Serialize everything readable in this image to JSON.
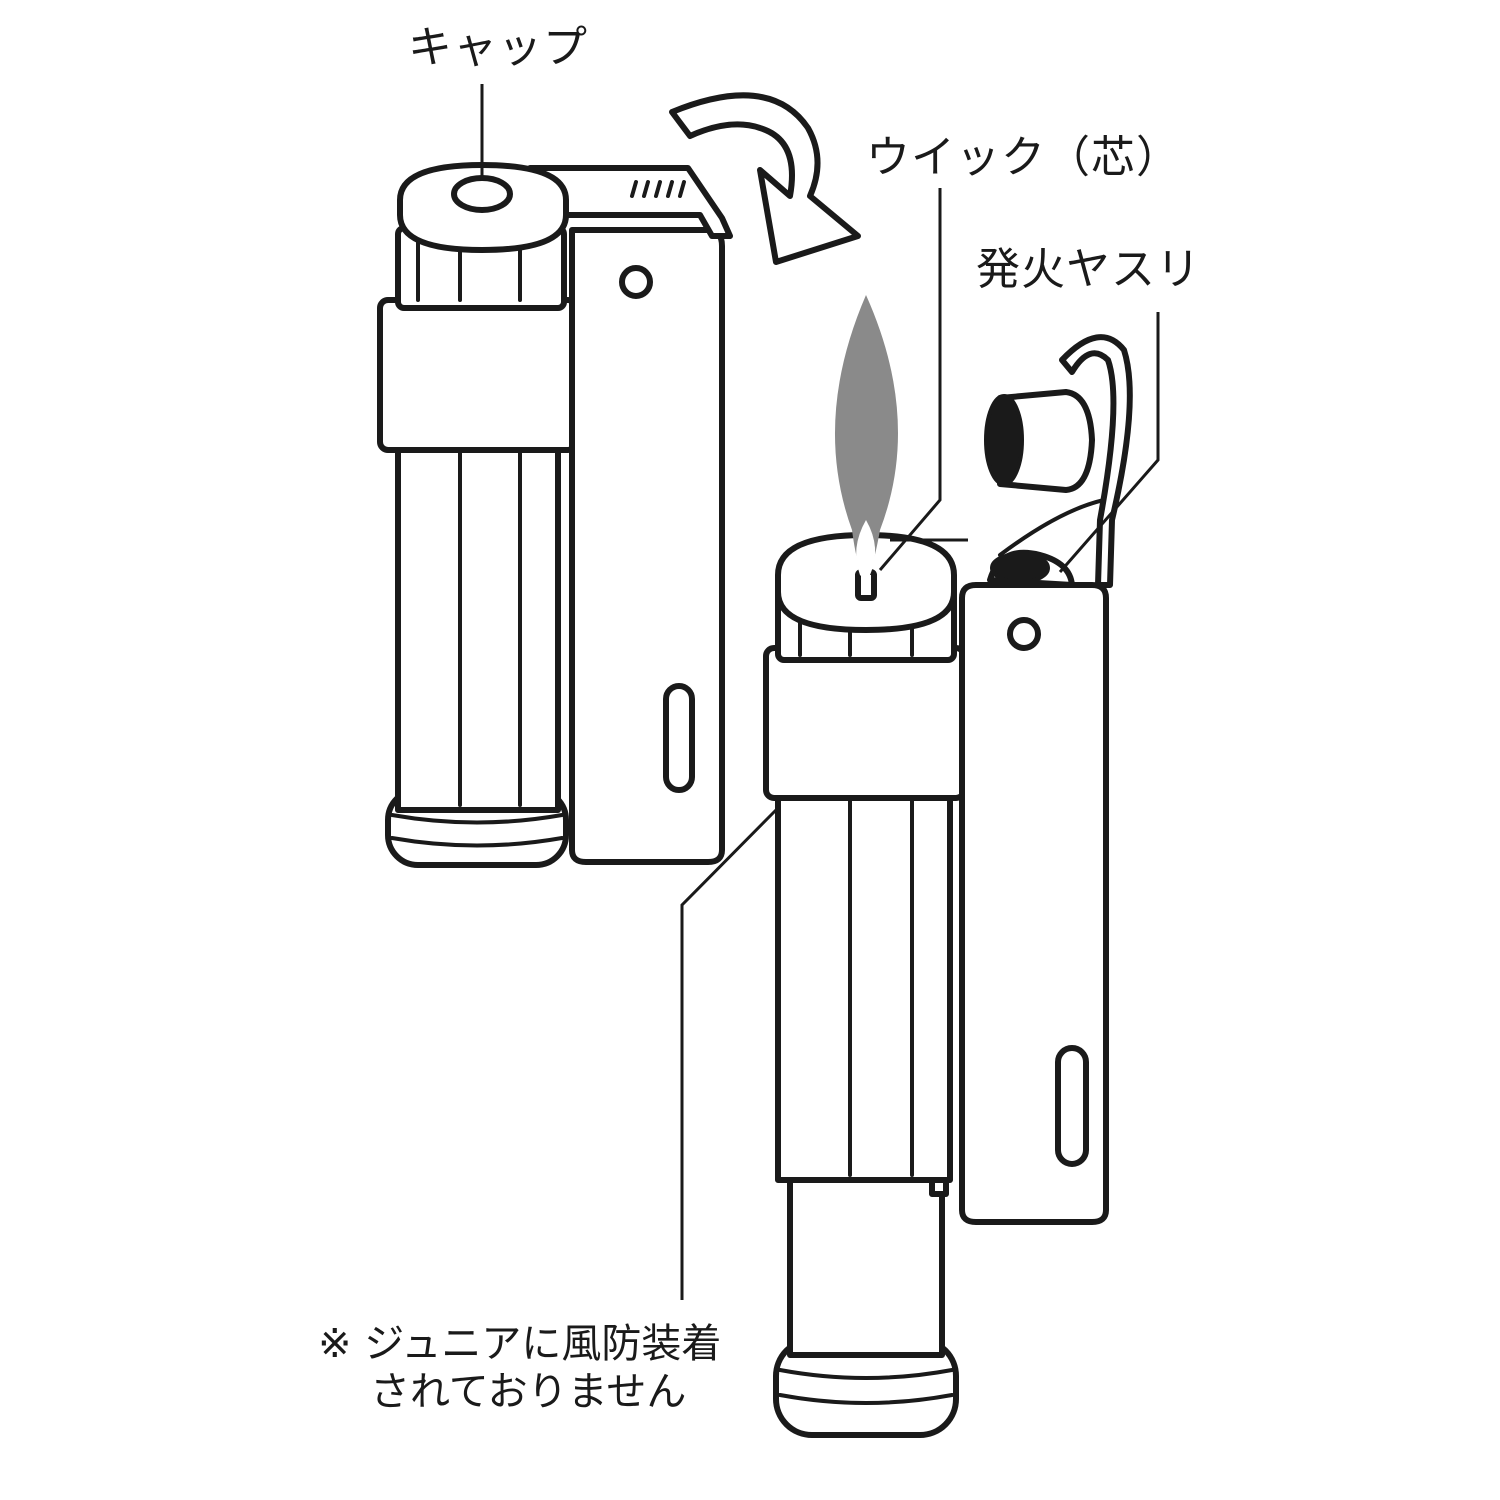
{
  "labels": {
    "cap": "キャップ",
    "wick": "ウイック（芯）",
    "flint_wheel": "発火ヤスリ"
  },
  "note": {
    "line1": "※ ジュニアに風防装着",
    "line2": "されておりません"
  },
  "colors": {
    "ink": "#1a1a1a",
    "flame": "#8a8a8a",
    "background": "#ffffff"
  }
}
